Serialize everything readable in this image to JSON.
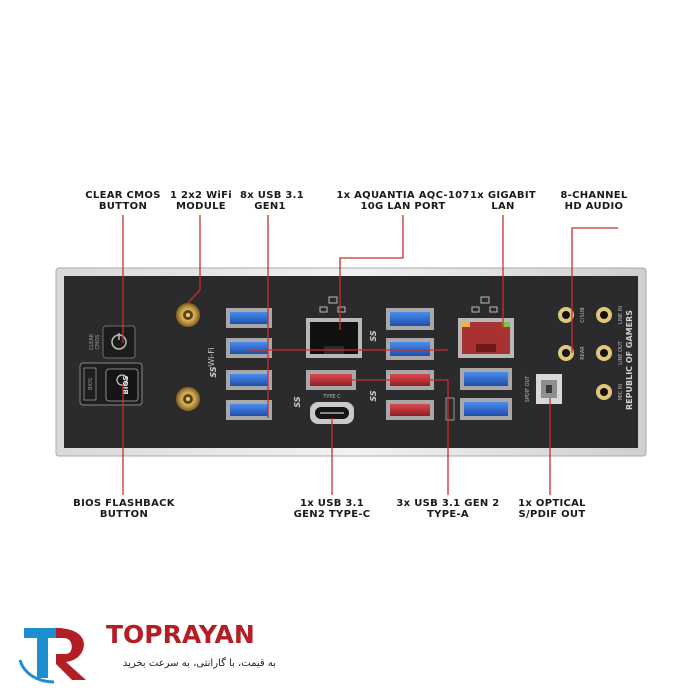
{
  "labels": {
    "clear_cmos": [
      "CLEAR CMOS",
      "BUTTON"
    ],
    "wifi": [
      "1 2x2 WiFi",
      "MODULE"
    ],
    "usb31": [
      "8x USB 3.1",
      "GEN1"
    ],
    "aquantia": [
      "1x AQUANTIA AQC-107",
      "10G LAN PORT"
    ],
    "gigabit": [
      "1x GIGABIT",
      "LAN"
    ],
    "audio": [
      "8-CHANNEL",
      "HD AUDIO"
    ],
    "bios_flashback": [
      "BIOS FLASHBACK",
      "BUTTON"
    ],
    "typec": [
      "1x USB 3.1",
      "GEN2 TYPE-C"
    ],
    "gen2a": [
      "3x USB 3.1 GEN 2",
      "TYPE-A"
    ],
    "optical": [
      "1x OPTICAL",
      "S/PDIF OUT"
    ]
  },
  "panel": {
    "clear_cmos_text": [
      "CLEAR",
      "CMOS"
    ],
    "bios_text": "BIOS",
    "bios_side": "BIOS",
    "wifi_text": "Wi-Fi",
    "typec_text": "TYPE C",
    "ss_mark": "SS",
    "rog_text": "REPUBLIC OF GAMERS",
    "audio_labels": [
      "C/SUB",
      "LINE IN",
      "REAR",
      "LINE OUT",
      "SPDIF OUT",
      "MIC IN"
    ]
  },
  "logo": {
    "brand_part1": "TOP",
    "brand_part2": "RAYAN",
    "tagline": "به قیمت، با گارانتی، به سرعت بخرید"
  },
  "colors": {
    "leader": "#c8312a",
    "usb_blue": "#2f6fd6",
    "usb_red": "#c42b33",
    "brand": "#b31d24"
  }
}
